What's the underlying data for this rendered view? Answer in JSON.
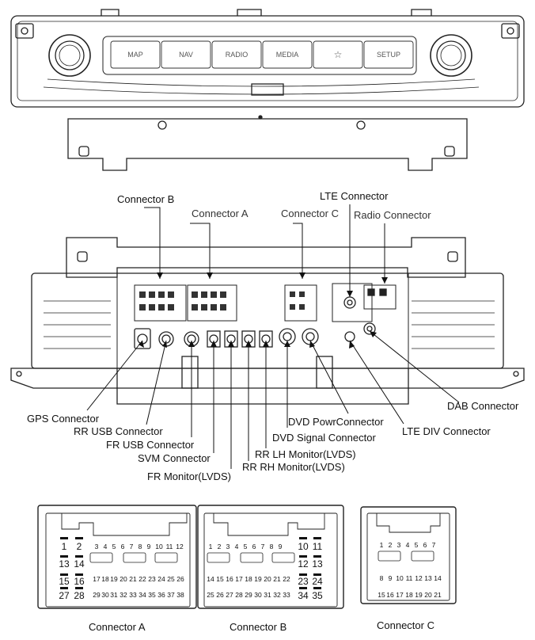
{
  "front_panel": {
    "buttons": [
      "MAP",
      "NAV",
      "RADIO",
      "MEDIA",
      "☆",
      "SETUP"
    ]
  },
  "rear_labels": {
    "connector_b": "Connector B",
    "connector_a": "Connector A",
    "connector_c": "Connector C",
    "lte_connector": "LTE Connector",
    "radio_connector": "Radio Connector",
    "gps_connector": "GPS Connector",
    "rr_usb_connector": "RR USB Connector",
    "fr_usb_connector": "FR USB Connector",
    "svm_connector": "SVM Connector",
    "fr_monitor": "FR Monitor(LVDS)",
    "rr_rh_monitor": "RR RH Monitor(LVDS)",
    "rr_lh_monitor": "RR LH Monitor(LVDS)",
    "dvd_signal_connector": "DVD Signal Connector",
    "dvd_power_connector": "DVD PowrConnector",
    "lte_div_connector": "LTE DIV Connector",
    "dab_connector": "DAB Connector"
  },
  "pinouts": {
    "connector_a": {
      "caption": "Connector A",
      "big_row1": [
        "1",
        "2"
      ],
      "small_row1": [
        "3",
        "4",
        "5",
        "6",
        "7",
        "8",
        "9",
        "10",
        "11",
        "12"
      ],
      "big_row2": [
        "13",
        "14"
      ],
      "big_row3": [
        "15",
        "16"
      ],
      "small_row3": [
        "17",
        "18",
        "19",
        "20",
        "21",
        "22",
        "23",
        "24",
        "25",
        "26"
      ],
      "big_row4": [
        "27",
        "28"
      ],
      "small_row4": [
        "29",
        "30",
        "31",
        "32",
        "33",
        "34",
        "35",
        "36",
        "37",
        "38"
      ]
    },
    "connector_b": {
      "caption": "Connector B",
      "small_row1": [
        "1",
        "2",
        "3",
        "4",
        "5",
        "6",
        "7",
        "8",
        "9"
      ],
      "big_row1": [
        "10",
        "11"
      ],
      "big_row2": [
        "12",
        "13"
      ],
      "small_row3": [
        "14",
        "15",
        "16",
        "17",
        "18",
        "19",
        "20",
        "21",
        "22"
      ],
      "big_row3": [
        "23",
        "24"
      ],
      "small_row4": [
        "25",
        "26",
        "27",
        "28",
        "29",
        "30",
        "31",
        "32",
        "33"
      ],
      "big_row4": [
        "34",
        "35"
      ]
    },
    "connector_c": {
      "caption": "Connector C",
      "row1": [
        "1",
        "2",
        "3",
        "4",
        "5",
        "6",
        "7"
      ],
      "row2": [
        "8",
        "9",
        "10",
        "11",
        "12",
        "13",
        "14"
      ],
      "row3": [
        "15",
        "16",
        "17",
        "18",
        "19",
        "20",
        "21"
      ]
    }
  }
}
